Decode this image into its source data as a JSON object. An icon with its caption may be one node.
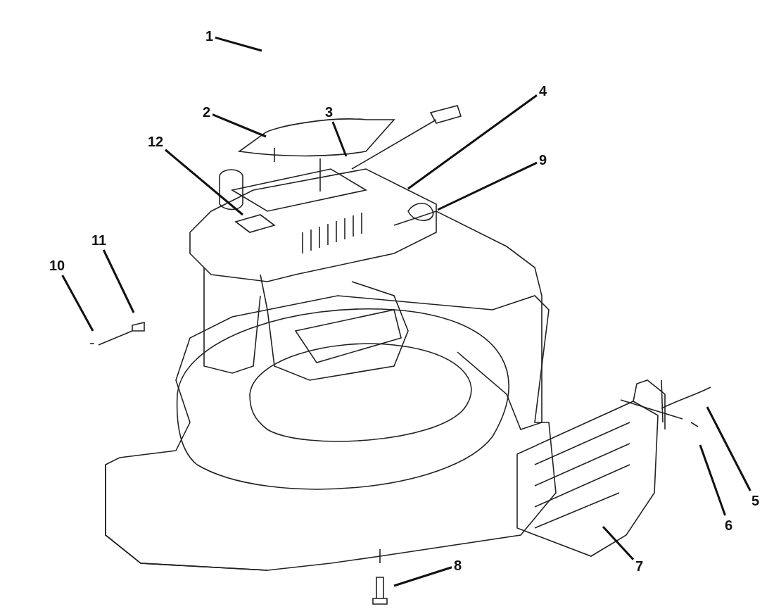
{
  "diagram": {
    "nodes": [
      {
        "text": [
          "1"
        ]
      },
      {
        "text": [
          "4"
        ]
      },
      {
        "text": [
          "2"
        ]
      },
      {
        "text": [
          "3"
        ]
      },
      {
        "text": [
          "12"
        ]
      },
      {
        "text": [
          "9"
        ]
      },
      {
        "text": [
          "11"
        ]
      },
      {
        "text": [
          "10"
        ]
      },
      {
        "text": [
          "5"
        ]
      },
      {
        "text": [
          "6"
        ]
      },
      {
        "text": [
          "8"
        ]
      },
      {
        "text": [
          "7"
        ]
      }
    ],
    "edges": [
      {
        "from": 0,
        "to": null,
        "arrow": "none"
      },
      {
        "from": 1,
        "to": null,
        "arrow": "none"
      },
      {
        "from": 2,
        "to": null,
        "arrow": "none"
      },
      {
        "from": 3,
        "to": null,
        "arrow": "none"
      },
      {
        "from": 4,
        "to": null,
        "arrow": "none"
      },
      {
        "from": 5,
        "to": null,
        "arrow": "none"
      },
      {
        "from": 6,
        "to": null,
        "arrow": "none"
      },
      {
        "from": 7,
        "to": null,
        "arrow": "none"
      },
      {
        "from": 8,
        "to": null,
        "arrow": "none"
      },
      {
        "from": 9,
        "to": null,
        "arrow": "none"
      },
      {
        "from": 10,
        "to": null,
        "arrow": "none"
      },
      {
        "from": 11,
        "to": null,
        "arrow": "none"
      }
    ]
  }
}
